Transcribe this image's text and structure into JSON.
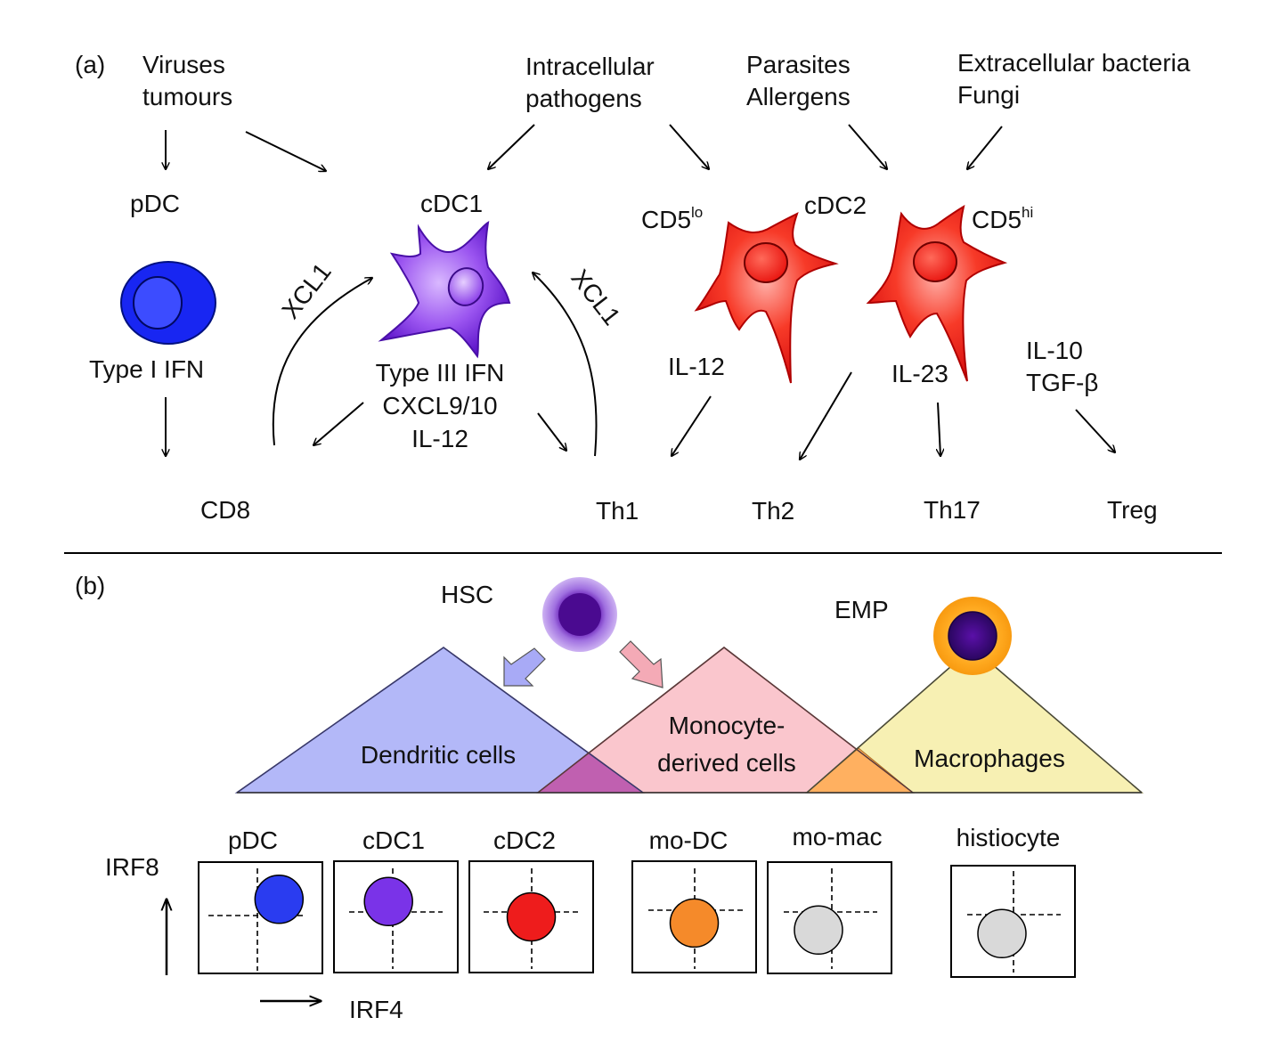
{
  "panel_a": {
    "label": "(a)",
    "stimuli": {
      "viruses": [
        "Viruses",
        "tumours"
      ],
      "intracellular": [
        "Intracellular",
        "pathogens"
      ],
      "parasites": [
        "Parasites",
        "Allergens"
      ],
      "extracellular": [
        "Extracellular bacteria",
        "Fungi"
      ]
    },
    "cells": {
      "pdc": "pDC",
      "cdc1": "cDC1",
      "cdc2": "cDC2",
      "cd5lo_base": "CD5",
      "cd5lo_sup": "lo",
      "cd5hi_base": "CD5",
      "cd5hi_sup": "hi"
    },
    "xcl1_left": "XCL1",
    "xcl1_right": "XCL1",
    "products": {
      "type1ifn": "Type I IFN",
      "cdc1_products": [
        "Type III IFN",
        "CXCL9/10",
        "IL-12"
      ],
      "il12": "IL-12",
      "il23": "IL-23",
      "treg_products": [
        "IL-10",
        "TGF-β"
      ]
    },
    "targets": {
      "cd8": "CD8",
      "th1": "Th1",
      "th2": "Th2",
      "th17": "Th17",
      "treg": "Treg"
    }
  },
  "panel_b": {
    "label": "(b)",
    "progenitors": {
      "hsc": "HSC",
      "emp": "EMP"
    },
    "lineages": {
      "dendritic": "Dendritic cells",
      "monocyte": [
        "Monocyte-",
        "derived cells"
      ],
      "macrophages": "Macrophages"
    },
    "colors": {
      "pdc": "#2a3cf0",
      "cdc1": "#7a33e8",
      "cdc2": "#ee1c1c",
      "mo_dc": "#f58a2a",
      "mo_mac": "#d9d9d9",
      "histiocyte": "#d9d9d9",
      "dc_triangle": "#b3b8f8",
      "mono_triangle": "#f9b6bf",
      "mac_triangle": "#f5eca0"
    },
    "boxes": [
      {
        "label": "pDC",
        "irf4": 0.75,
        "irf8": 0.8
      },
      {
        "label": "cDC1",
        "irf4": 0.4,
        "irf8": 0.75
      },
      {
        "label": "cDC2",
        "irf4": 0.5,
        "irf8": 0.5
      },
      {
        "label": "mo-DC",
        "irf4": 0.5,
        "irf8": 0.4
      },
      {
        "label": "mo-mac",
        "irf4": 0.35,
        "irf8": 0.3
      },
      {
        "label": "histiocyte",
        "irf4": 0.35,
        "irf8": 0.3
      }
    ],
    "axis": {
      "y_label": "IRF8",
      "x_label": "IRF4"
    }
  }
}
